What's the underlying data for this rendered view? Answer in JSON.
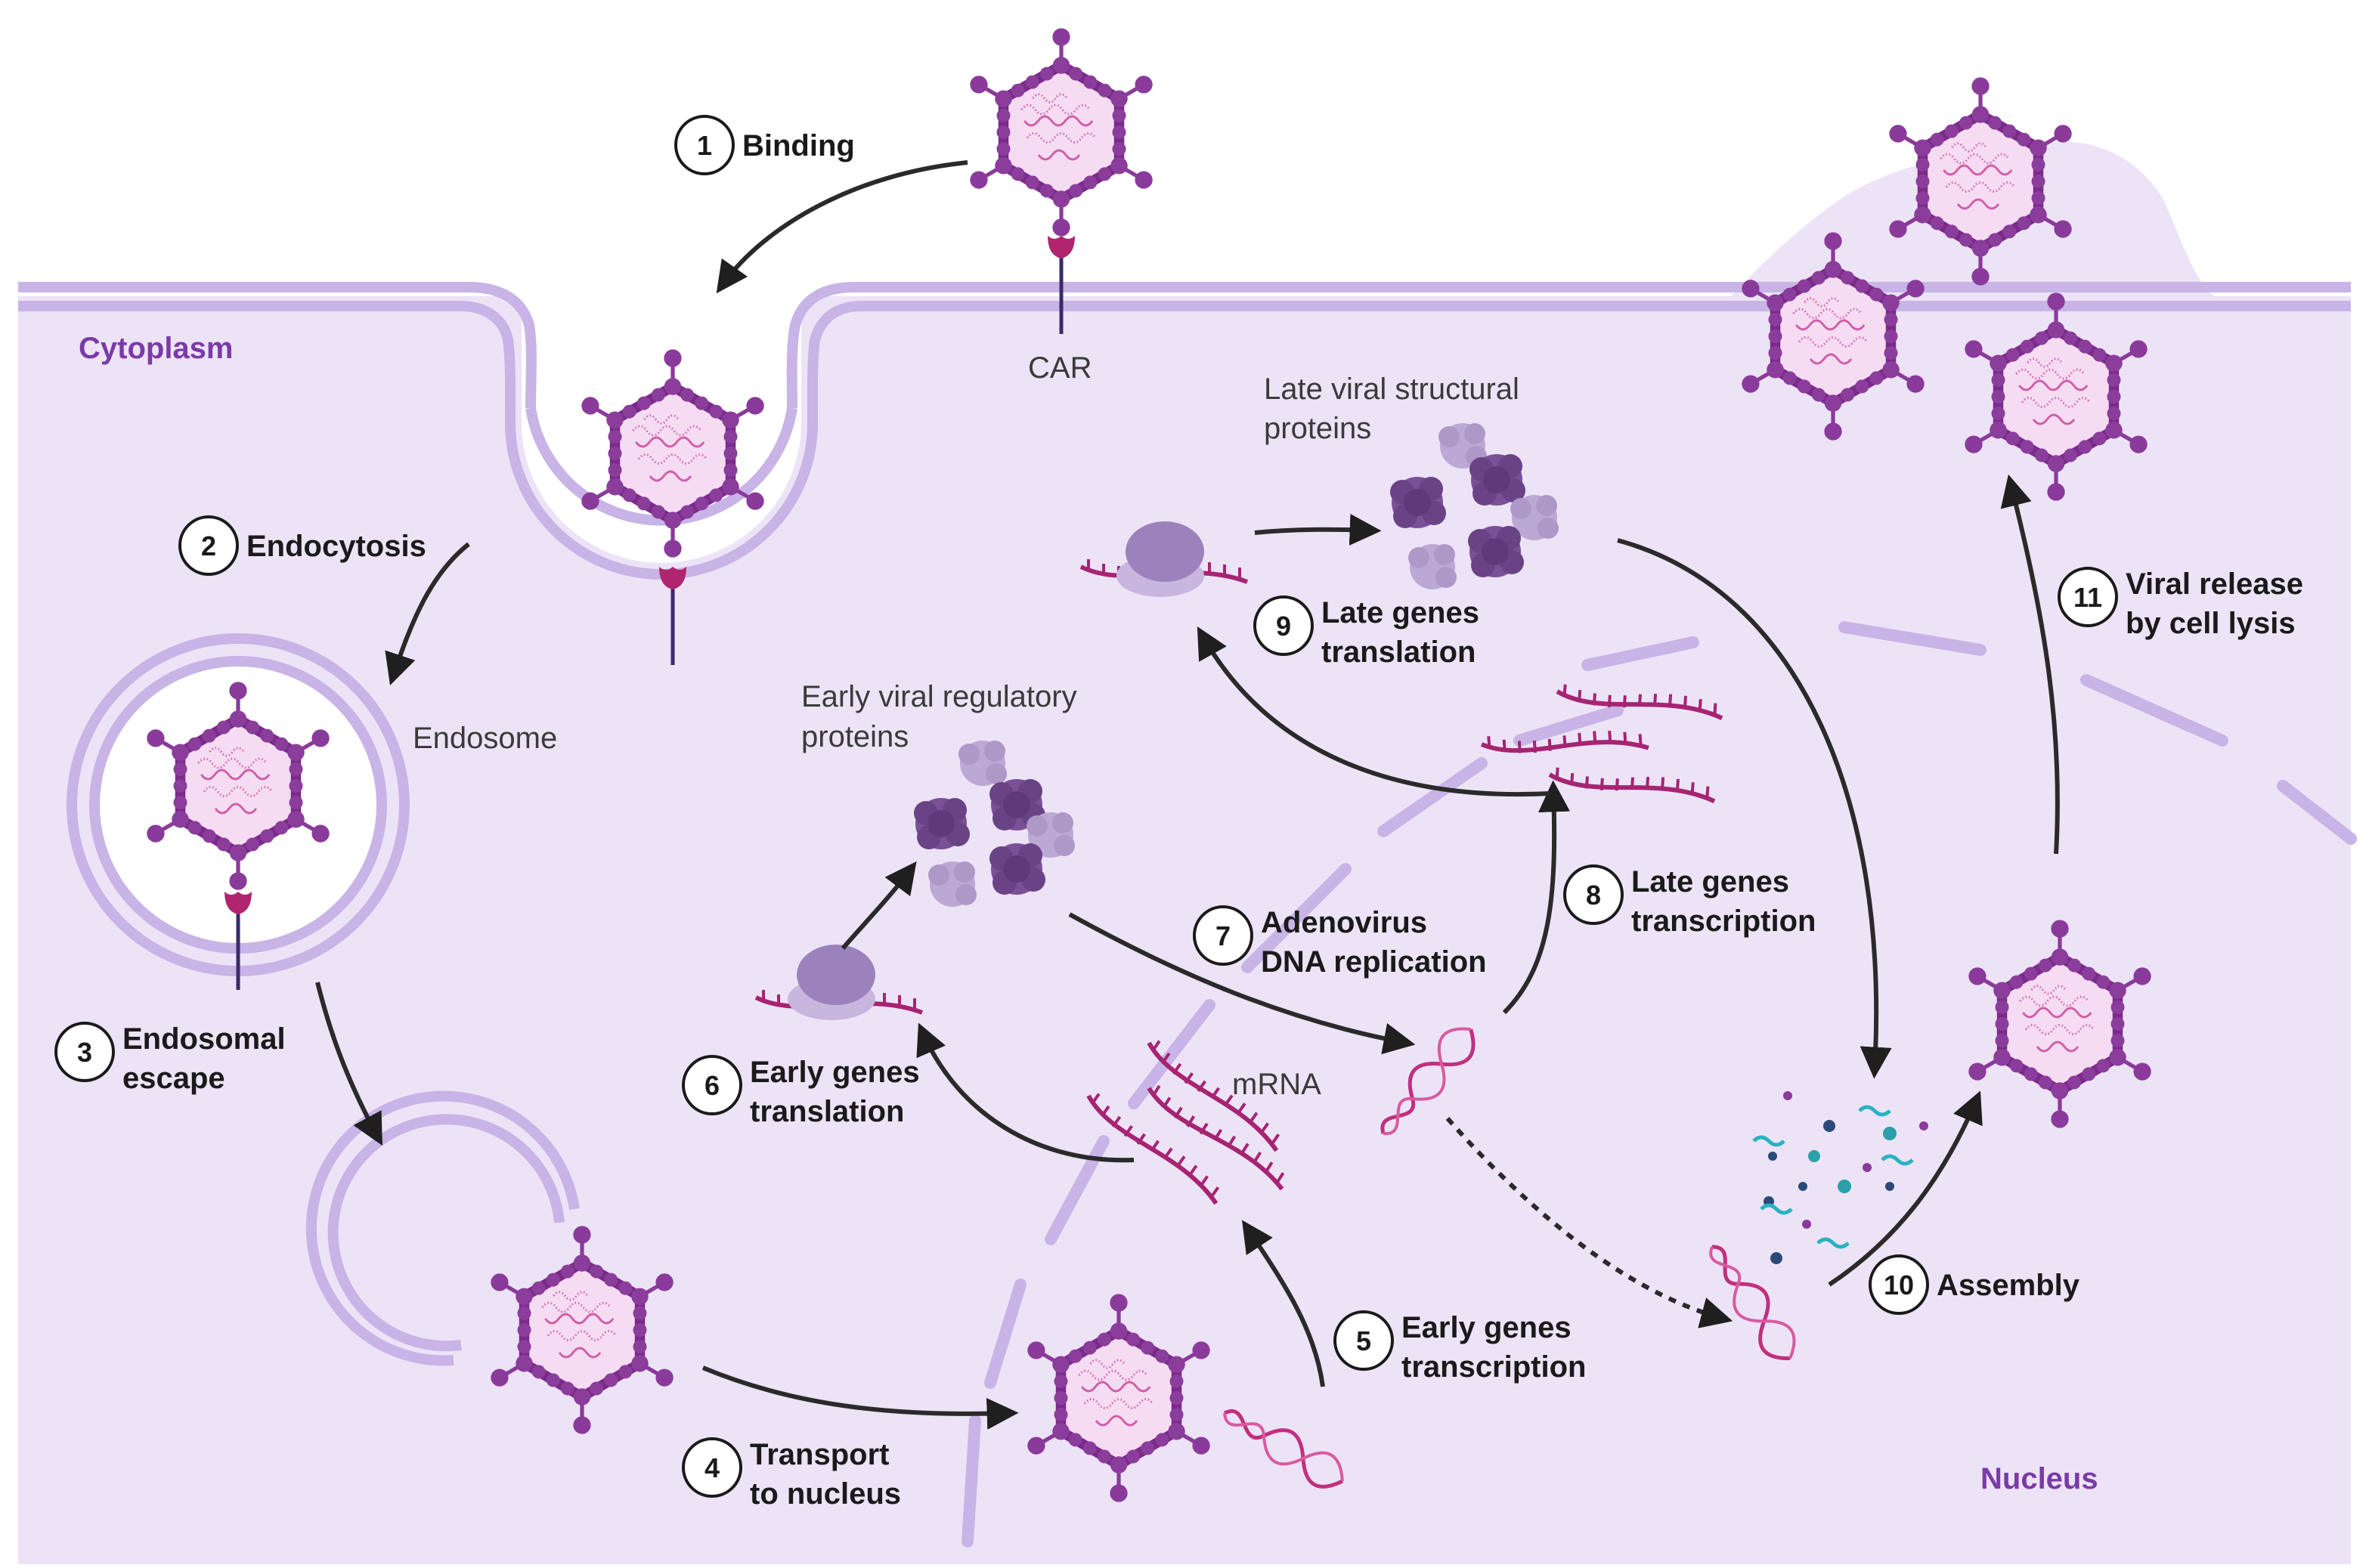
{
  "regions": {
    "cytoplasm": "Cytoplasm",
    "nucleus": "Nucleus"
  },
  "labels": {
    "car": "CAR",
    "endosome": "Endosome",
    "mrna": "mRNA",
    "late_proteins_1": "Late viral structural",
    "late_proteins_2": "proteins",
    "early_proteins_1": "Early viral regulatory",
    "early_proteins_2": "proteins"
  },
  "steps": [
    {
      "num": "1",
      "line1": "Binding",
      "line2": ""
    },
    {
      "num": "2",
      "line1": "Endocytosis",
      "line2": ""
    },
    {
      "num": "3",
      "line1": "Endosomal",
      "line2": "escape"
    },
    {
      "num": "4",
      "line1": "Transport",
      "line2": "to nucleus"
    },
    {
      "num": "5",
      "line1": "Early genes",
      "line2": "transcription"
    },
    {
      "num": "6",
      "line1": "Early genes",
      "line2": "translation"
    },
    {
      "num": "7",
      "line1": "Adenovirus",
      "line2": "DNA replication"
    },
    {
      "num": "8",
      "line1": "Late genes",
      "line2": "transcription"
    },
    {
      "num": "9",
      "line1": "Late genes",
      "line2": "translation"
    },
    {
      "num": "10",
      "line1": "Assembly",
      "line2": ""
    },
    {
      "num": "11",
      "line1": "Viral release",
      "line2": "by cell lysis"
    }
  ],
  "colors": {
    "cell_fill": "#ede3f7",
    "membrane": "#c8b4e6",
    "virus_edge": "#7b2a8b",
    "virus_fill": "#f4d7f2",
    "receptor": "#b0256e",
    "dna": "#c0307e",
    "protein_dark": "#7a5096",
    "protein_light": "#b9a3d2"
  }
}
